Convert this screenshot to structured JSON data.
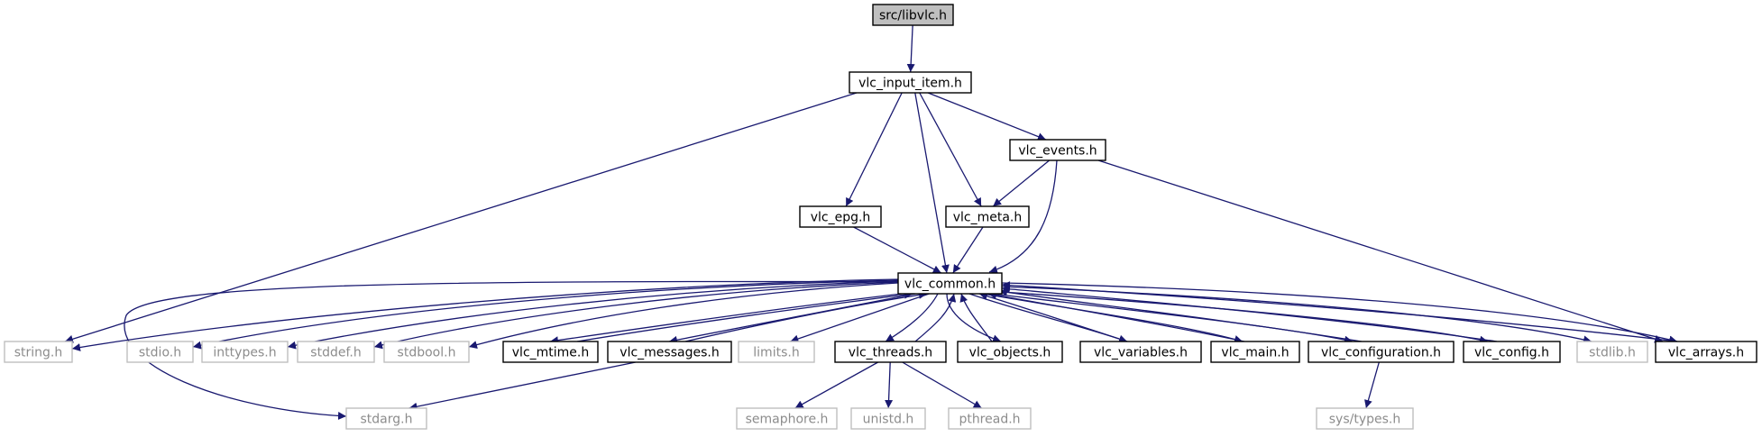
{
  "colors": {
    "edge": "#191970",
    "root_fill": "#bfbfbf",
    "documented_stroke": "#000000",
    "undocumented_stroke": "#bfbfbf",
    "documented_text": "#000000",
    "undocumented_text": "#8c8c8c"
  },
  "nodes": {
    "libvlc": {
      "label": "src/libvlc.h",
      "kind": "root"
    },
    "input_item": {
      "label": "vlc_input_item.h",
      "kind": "doc"
    },
    "events": {
      "label": "vlc_events.h",
      "kind": "doc"
    },
    "epg": {
      "label": "vlc_epg.h",
      "kind": "doc"
    },
    "meta": {
      "label": "vlc_meta.h",
      "kind": "doc"
    },
    "common": {
      "label": "vlc_common.h",
      "kind": "doc"
    },
    "string": {
      "label": "string.h",
      "kind": "ext"
    },
    "stdio": {
      "label": "stdio.h",
      "kind": "ext"
    },
    "inttypes": {
      "label": "inttypes.h",
      "kind": "ext"
    },
    "stddef": {
      "label": "stddef.h",
      "kind": "ext"
    },
    "stdbool": {
      "label": "stdbool.h",
      "kind": "ext"
    },
    "mtime": {
      "label": "vlc_mtime.h",
      "kind": "doc"
    },
    "messages": {
      "label": "vlc_messages.h",
      "kind": "doc"
    },
    "limits": {
      "label": "limits.h",
      "kind": "ext"
    },
    "threads": {
      "label": "vlc_threads.h",
      "kind": "doc"
    },
    "objects": {
      "label": "vlc_objects.h",
      "kind": "doc"
    },
    "variables": {
      "label": "vlc_variables.h",
      "kind": "doc"
    },
    "main": {
      "label": "vlc_main.h",
      "kind": "doc"
    },
    "configuration": {
      "label": "vlc_configuration.h",
      "kind": "doc"
    },
    "config": {
      "label": "vlc_config.h",
      "kind": "doc"
    },
    "stdlib": {
      "label": "stdlib.h",
      "kind": "ext"
    },
    "arrays": {
      "label": "vlc_arrays.h",
      "kind": "doc"
    },
    "stdarg": {
      "label": "stdarg.h",
      "kind": "ext"
    },
    "semaphore": {
      "label": "semaphore.h",
      "kind": "ext"
    },
    "unistd": {
      "label": "unistd.h",
      "kind": "ext"
    },
    "pthread": {
      "label": "pthread.h",
      "kind": "ext"
    },
    "systypes": {
      "label": "sys/types.h",
      "kind": "ext"
    }
  },
  "edges": [
    {
      "from": "libvlc",
      "to": "input_item"
    },
    {
      "from": "input_item",
      "to": "string"
    },
    {
      "from": "input_item",
      "to": "epg"
    },
    {
      "from": "input_item",
      "to": "common"
    },
    {
      "from": "input_item",
      "to": "meta"
    },
    {
      "from": "input_item",
      "to": "events"
    },
    {
      "from": "events",
      "to": "meta"
    },
    {
      "from": "events",
      "to": "common"
    },
    {
      "from": "events",
      "to": "arrays"
    },
    {
      "from": "epg",
      "to": "common"
    },
    {
      "from": "meta",
      "to": "common"
    },
    {
      "from": "common",
      "to": "string"
    },
    {
      "from": "common",
      "to": "stdio"
    },
    {
      "from": "common",
      "to": "inttypes"
    },
    {
      "from": "common",
      "to": "stddef"
    },
    {
      "from": "common",
      "to": "stdbool"
    },
    {
      "from": "common",
      "to": "mtime"
    },
    {
      "from": "mtime",
      "to": "common"
    },
    {
      "from": "common",
      "to": "messages"
    },
    {
      "from": "messages",
      "to": "common"
    },
    {
      "from": "common",
      "to": "limits"
    },
    {
      "from": "common",
      "to": "threads"
    },
    {
      "from": "threads",
      "to": "common"
    },
    {
      "from": "common",
      "to": "objects"
    },
    {
      "from": "objects",
      "to": "common"
    },
    {
      "from": "common",
      "to": "variables"
    },
    {
      "from": "variables",
      "to": "common"
    },
    {
      "from": "common",
      "to": "main"
    },
    {
      "from": "main",
      "to": "common"
    },
    {
      "from": "common",
      "to": "configuration"
    },
    {
      "from": "configuration",
      "to": "common"
    },
    {
      "from": "common",
      "to": "config"
    },
    {
      "from": "config",
      "to": "common"
    },
    {
      "from": "common",
      "to": "stdlib"
    },
    {
      "from": "common",
      "to": "arrays"
    },
    {
      "from": "arrays",
      "to": "common"
    },
    {
      "from": "common",
      "to": "stdarg"
    },
    {
      "from": "messages",
      "to": "stdarg"
    },
    {
      "from": "threads",
      "to": "semaphore"
    },
    {
      "from": "threads",
      "to": "unistd"
    },
    {
      "from": "threads",
      "to": "pthread"
    },
    {
      "from": "configuration",
      "to": "systypes"
    }
  ]
}
